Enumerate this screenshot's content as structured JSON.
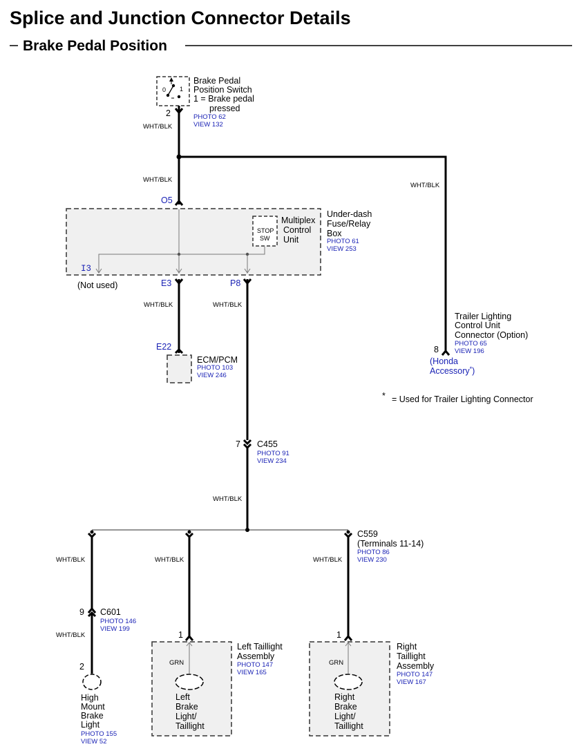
{
  "title": "Splice and Junction Connector Details",
  "subtitle": "Brake Pedal Position",
  "switch": {
    "name_line1": "Brake Pedal",
    "name_line2": "Position Switch",
    "note_line1": "1 = Brake pedal",
    "note_line2": "pressed",
    "photo": "PHOTO 62",
    "view": "VIEW 132",
    "pin": "2",
    "pos0": "0",
    "pos1": "1"
  },
  "wire_labels": {
    "whtblk": "WHT/BLK",
    "grn": "GRN"
  },
  "fuse_box": {
    "name_line1": "Under-dash",
    "name_line2": "Fuse/Relay",
    "name_line3": "Box",
    "photo": "PHOTO 61",
    "view": "VIEW 253",
    "mcu_line1": "Multiplex",
    "mcu_line2": "Control",
    "mcu_line3": "Unit",
    "stop_line1": "STOP",
    "stop_line2": "SW",
    "terminal_top": "O5",
    "terminal_i3": "I3",
    "terminal_e3": "E3",
    "terminal_p8": "P8",
    "not_used": "(Not used)"
  },
  "ecm": {
    "terminal": "E22",
    "name": "ECM/PCM",
    "photo": "PHOTO 103",
    "view": "VIEW 246"
  },
  "trailer": {
    "name_line1": "Trailer Lighting",
    "name_line2": "Control Unit",
    "name_line3": "Connector (Option)",
    "photo": "PHOTO 65",
    "view": "VIEW 196",
    "pin": "8",
    "note_line1": "(Honda",
    "note_line2": "Accessory",
    "note_star": "*",
    "note_close": ")"
  },
  "footnote": {
    "star": "*",
    "text": "=  Used for Trailer Lighting Connector"
  },
  "c455": {
    "pin": "7",
    "name": "C455",
    "photo": "PHOTO 91",
    "view": "VIEW 234"
  },
  "c559": {
    "name": "C559",
    "terminals": "(Terminals 11-14)",
    "photo": "PHOTO 86",
    "view": "VIEW 230"
  },
  "c601": {
    "pin": "9",
    "name": "C601",
    "photo": "PHOTO 146",
    "view": "VIEW 199"
  },
  "high_mount": {
    "pin": "2",
    "line1": "High",
    "line2": "Mount",
    "line3": "Brake",
    "line4": "Light",
    "photo": "PHOTO 155",
    "view": "VIEW 52"
  },
  "left_tail": {
    "pin": "1",
    "name_line1": "Left Taillight",
    "name_line2": "Assembly",
    "photo": "PHOTO 147",
    "view": "VIEW 165",
    "bulb_line1": "Left",
    "bulb_line2": "Brake",
    "bulb_line3": "Light/",
    "bulb_line4": "Taillight"
  },
  "right_tail": {
    "pin": "1",
    "name_line1": "Right",
    "name_line2": "Taillight",
    "name_line3": "Assembly",
    "photo": "PHOTO 147",
    "view": "VIEW 167",
    "bulb_line1": "Right",
    "bulb_line2": "Brake",
    "bulb_line3": "Light/",
    "bulb_line4": "Taillight"
  }
}
